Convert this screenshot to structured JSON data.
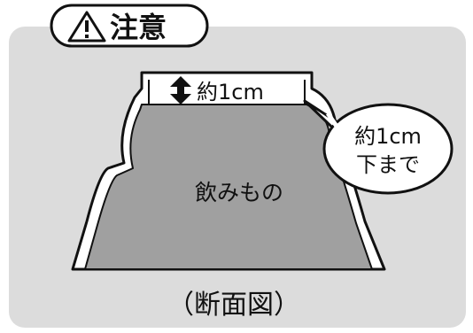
{
  "header": {
    "title": "注意",
    "warning_icon": "warning-triangle-icon"
  },
  "diagram": {
    "gap_label": "約1cm",
    "gap_icon": "up-down-arrow-icon",
    "liquid_label": "飲みもの",
    "callout_line1": "約1cm",
    "callout_line2": "下まで",
    "caption": "（断面図）"
  },
  "colors": {
    "panel": "#dcdcdc",
    "liquid": "#a0a0a0",
    "stroke": "#111111",
    "background": "#ffffff"
  }
}
